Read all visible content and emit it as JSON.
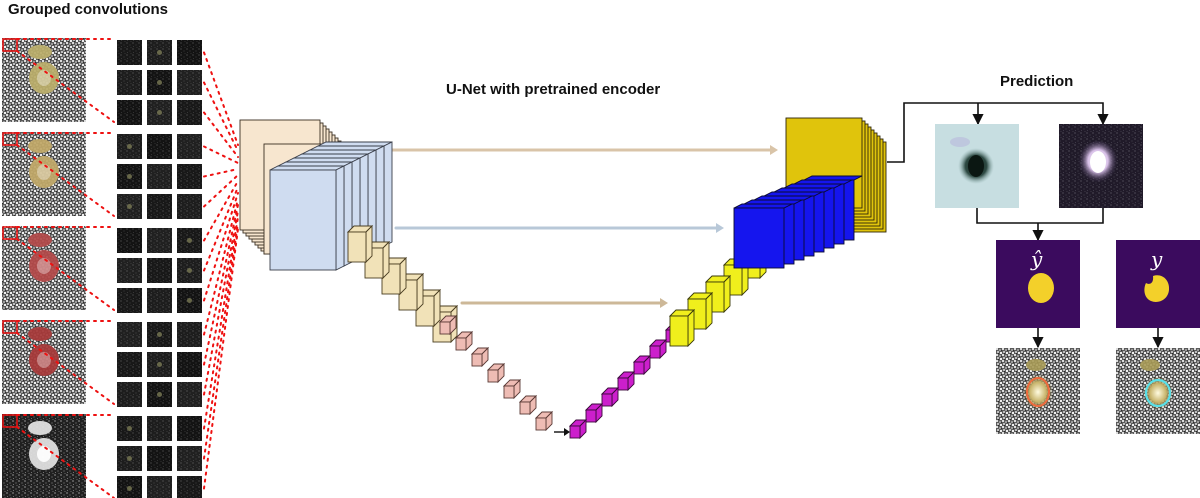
{
  "labels": {
    "grouped_convolutions": "Grouped convolutions",
    "unet": "U-Net with pretrained encoder",
    "prediction": "Prediction",
    "y_hat": "ŷ",
    "y": "y"
  },
  "colors": {
    "encoder_block1": "#f7e6cf",
    "encoder_block2": "#cfdcf0",
    "encoder_block3": "#f1e2b8",
    "bottleneck_enc": "#eebcb4",
    "bottleneck_dec": "#cc1fcc",
    "decoder_block3": "#f0ef1c",
    "decoder_block2": "#1515ee",
    "decoder_block1": "#e0c40c",
    "skip_arrow1": "#d9c4a8",
    "skip_arrow2": "#b8c8d8",
    "skip_arrow3": "#cdb898",
    "dotted_lines": "#ee1111",
    "mask_background": "#3b0b5e",
    "mask_blob": "#f3d02a",
    "contour_pred": "#f06a3c",
    "contour_gt": "#58e0e8"
  },
  "left_column": {
    "input_tints": [
      "#b9ad6a",
      "#c0a868",
      "#b24a4a",
      "#a63a3a",
      "#e0e0e0"
    ],
    "channel_groups": 5,
    "grid_size": 3
  }
}
